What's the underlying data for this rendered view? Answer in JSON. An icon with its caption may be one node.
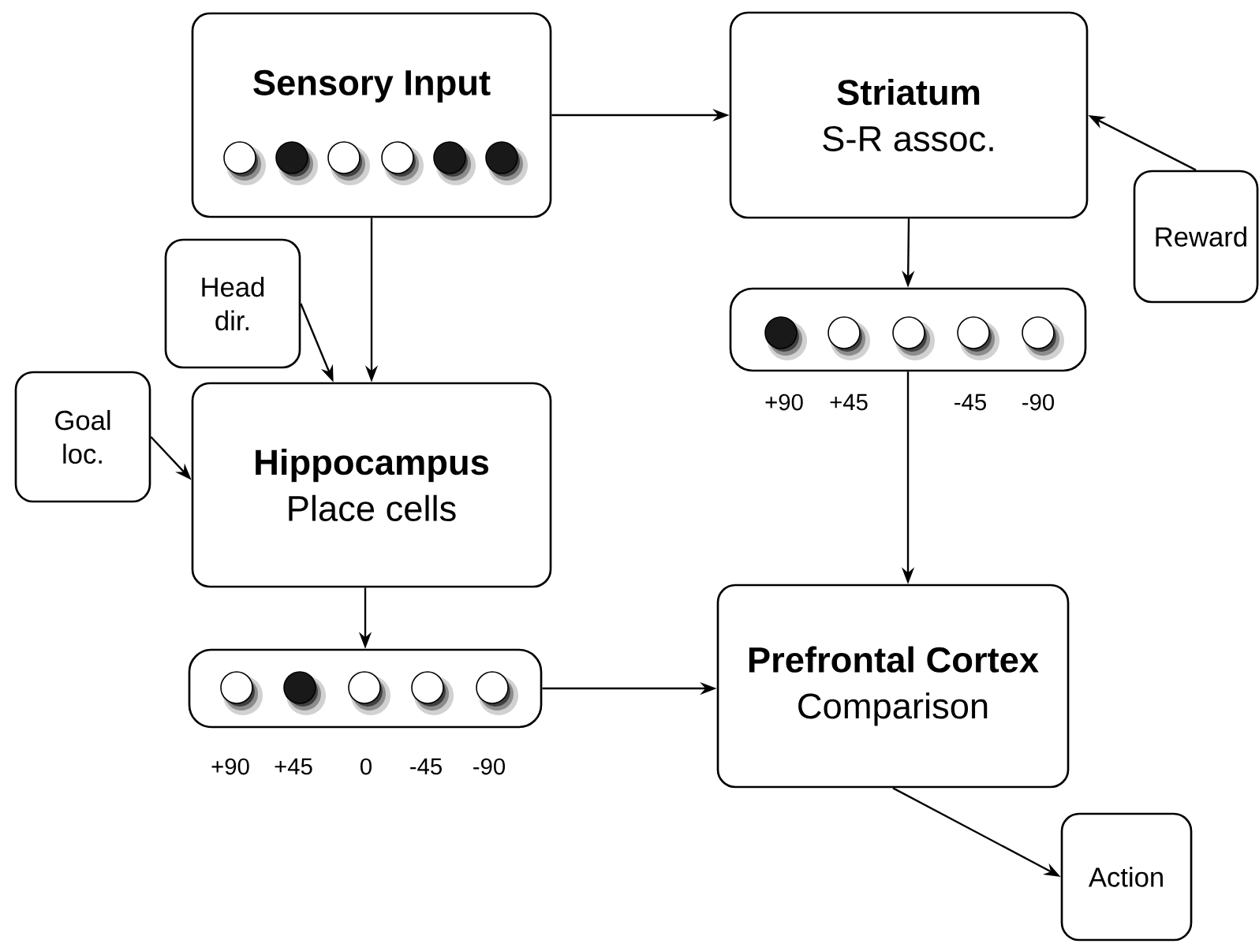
{
  "diagram": {
    "nodes": [
      {
        "text": [
          "Sensory Input"
        ]
      },
      {
        "text": [
          "Striatum",
          "S-R assoc."
        ]
      },
      {
        "text": [
          "Reward"
        ]
      },
      {
        "text": [],
        "shape": "bar",
        "beside": [
          "+90",
          "+45",
          "-45",
          "-90"
        ]
      },
      {
        "text": [
          "Head dir."
        ]
      },
      {
        "text": [
          "Goal loc."
        ]
      },
      {
        "text": [
          "Hippocampus",
          "Place cells"
        ]
      },
      {
        "text": [],
        "shape": "bar",
        "beside": [
          "+90",
          "+45",
          "0",
          "-45",
          "-90"
        ]
      },
      {
        "text": [
          "Prefrontal Cortex",
          "Comparison"
        ]
      },
      {
        "text": [
          "Action"
        ]
      }
    ],
    "edges": [
      {
        "from": 0,
        "to": 1,
        "arrow": "to"
      },
      {
        "from": 0,
        "to": 6,
        "arrow": "to"
      },
      {
        "from": 2,
        "to": 1,
        "arrow": "to"
      },
      {
        "from": 1,
        "to": 3,
        "arrow": "to"
      },
      {
        "from": 3,
        "to": 8,
        "arrow": "to"
      },
      {
        "from": 4,
        "to": 6,
        "arrow": "to"
      },
      {
        "from": 5,
        "to": 6,
        "arrow": "to"
      },
      {
        "from": 6,
        "to": 7,
        "arrow": "to"
      },
      {
        "from": 7,
        "to": 8,
        "arrow": "to"
      },
      {
        "from": 8,
        "to": 9,
        "arrow": "to"
      }
    ]
  }
}
